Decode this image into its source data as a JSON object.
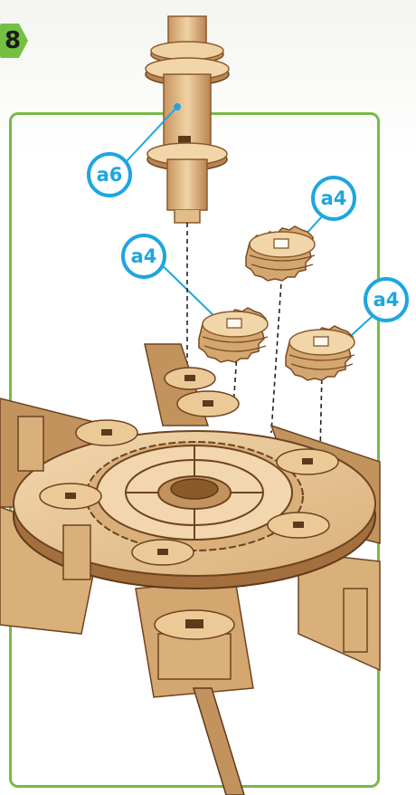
{
  "step": {
    "number": "8"
  },
  "colors": {
    "frame": "#7ab948",
    "badge": "#74c043",
    "callout": "#1ea6df",
    "wood": "#e8c69a",
    "wood_edge": "#a0703f",
    "wood_dark": "#5e3a1c"
  },
  "callouts": [
    {
      "label": "a6",
      "part": "spindle"
    },
    {
      "label": "a4",
      "part": "gear-top-right"
    },
    {
      "label": "a4",
      "part": "gear-left"
    },
    {
      "label": "a4",
      "part": "gear-right"
    }
  ],
  "icons": [
    "step-badge-hexagon",
    "spindle-part",
    "small-gear-part",
    "gear-mechanism-assembly"
  ]
}
